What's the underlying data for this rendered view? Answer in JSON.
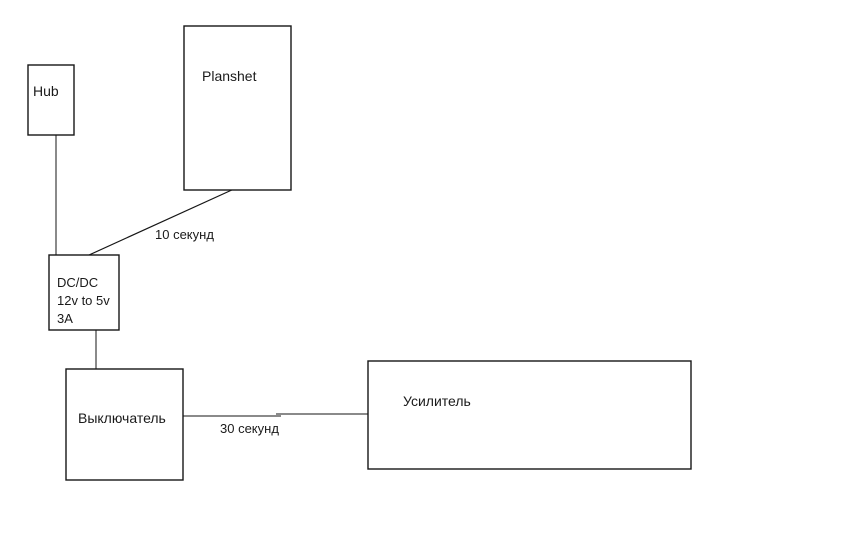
{
  "diagram": {
    "background_color": "#ffffff",
    "line_color": "#161616",
    "text_color": "#1a1a1a",
    "nodes": {
      "hub": {
        "label": "Hub"
      },
      "planshet": {
        "label": "Planshet"
      },
      "dcdc": {
        "line1": "DC/DC",
        "line2": "12v to 5v",
        "line3": "3A"
      },
      "switch": {
        "label": "Выключатель"
      },
      "amplifier": {
        "label": "Усилитель"
      }
    },
    "edge_labels": {
      "planshet_to_dcdc": "10 секунд",
      "switch_to_amplifier": "30 секунд"
    }
  }
}
